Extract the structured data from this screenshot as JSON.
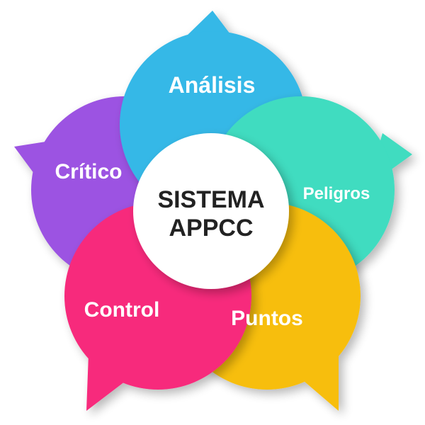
{
  "center": {
    "line1": "SISTEMA",
    "line2": "APPCC"
  },
  "petals": [
    {
      "key": "analisis",
      "label": "Análisis",
      "color": "#34B8E7"
    },
    {
      "key": "peligros",
      "label": "Peligros",
      "color": "#3FDCC0"
    },
    {
      "key": "puntos",
      "label": "Puntos",
      "color": "#F7BE10"
    },
    {
      "key": "control",
      "label": "Control",
      "color": "#F72C7B"
    },
    {
      "key": "critico",
      "label": "Crítico",
      "color": "#9C53E2"
    }
  ],
  "colors": {
    "center_fill": "#ffffff",
    "center_text": "#222222",
    "label_text": "#ffffff"
  }
}
